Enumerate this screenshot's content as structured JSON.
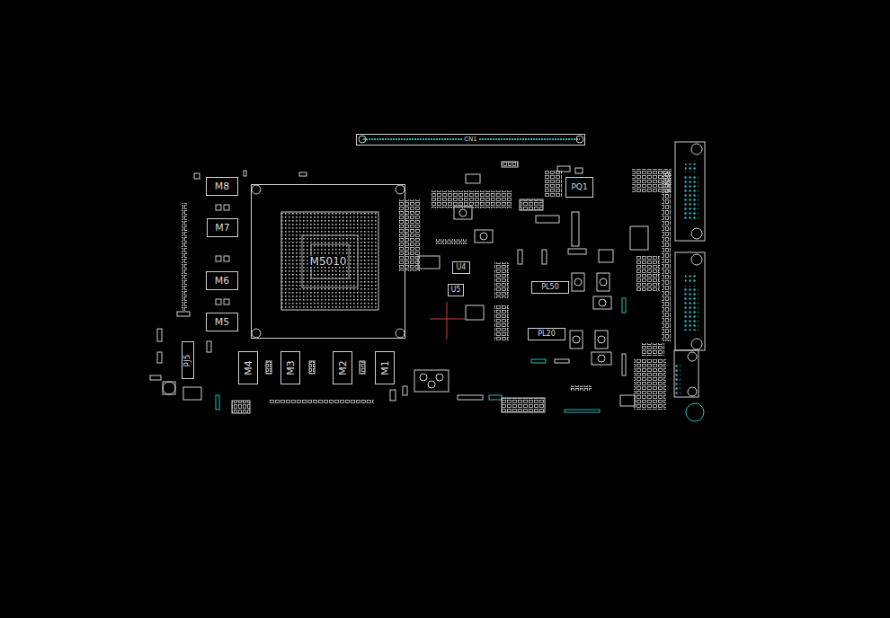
{
  "diagram": {
    "nodes": [
      {
        "text": [
          "CN1"
        ]
      },
      {
        "text": [
          "M8"
        ]
      },
      {
        "text": [
          "M7"
        ]
      },
      {
        "text": [
          "M6"
        ]
      },
      {
        "text": [
          "M5"
        ]
      },
      {
        "text": [
          "M4"
        ]
      },
      {
        "text": [
          "M3"
        ]
      },
      {
        "text": [
          "M2"
        ]
      },
      {
        "text": [
          "M1"
        ]
      },
      {
        "text": [
          "M5010"
        ]
      },
      {
        "text": [
          "U4"
        ]
      },
      {
        "text": [
          "U5"
        ]
      },
      {
        "text": [
          "PQ1"
        ]
      },
      {
        "text": [
          "PL50"
        ]
      },
      {
        "text": [
          "PL20"
        ]
      },
      {
        "text": [
          "PJ5"
        ]
      }
    ]
  }
}
